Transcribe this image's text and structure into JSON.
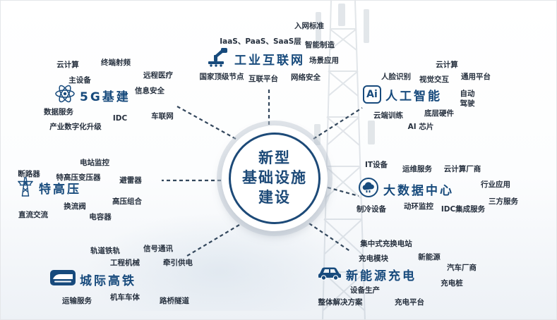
{
  "center": {
    "line1": "新型",
    "line2": "基础设施",
    "line3": "建设"
  },
  "colors": {
    "accent": "#174a7c",
    "keyword": "#26303e",
    "connector": "#33475c"
  },
  "branches": [
    {
      "id": "industrial-internet",
      "title": "工业互联网",
      "keywords": [
        "入网标准",
        "IaaS、PaaS、SaaS层",
        "智能制造",
        "场景应用",
        "国家顶级节点",
        "互联平台",
        "网络安全"
      ]
    },
    {
      "id": "artificial-intelligence",
      "title": "人工智能",
      "icon_text": "Ai",
      "keywords": [
        "云计算",
        "人脸识别",
        "视觉交互",
        "通用平台",
        "自动驾驶",
        "云端训练",
        "底层硬件",
        "AI 芯片"
      ]
    },
    {
      "id": "big-data-center",
      "title": "大数据中心",
      "keywords": [
        "IT设备",
        "运维服务",
        "云计算厂商",
        "行业应用",
        "三方服务",
        "制冷设备",
        "动环监控",
        "IDC集成服务"
      ]
    },
    {
      "id": "new-energy-charging",
      "title": "新能源充电",
      "keywords": [
        "集中式充换电站",
        "充电模块",
        "新能源",
        "汽车厂商",
        "充电桩",
        "设备生产",
        "整体解决方案",
        "充电平台"
      ]
    },
    {
      "id": "intercity-rail",
      "title": "城际高铁",
      "keywords": [
        "轨道铁轨",
        "信号通讯",
        "工程机械",
        "牵引供电",
        "运输服务",
        "机车车体",
        "路桥隧道"
      ]
    },
    {
      "id": "uhv",
      "title": "特高压",
      "keywords": [
        "电站监控",
        "断路器",
        "特高压变压器",
        "避雷器",
        "高压组合",
        "换流阀",
        "直流交流",
        "电容器"
      ]
    },
    {
      "id": "5g-infrastructure",
      "title": "5G基建",
      "keywords": [
        "云计算",
        "终端射频",
        "远程医疗",
        "主设备",
        "信息安全",
        "数据服务",
        "IDC",
        "车联网",
        "产业数字化升级"
      ]
    }
  ]
}
